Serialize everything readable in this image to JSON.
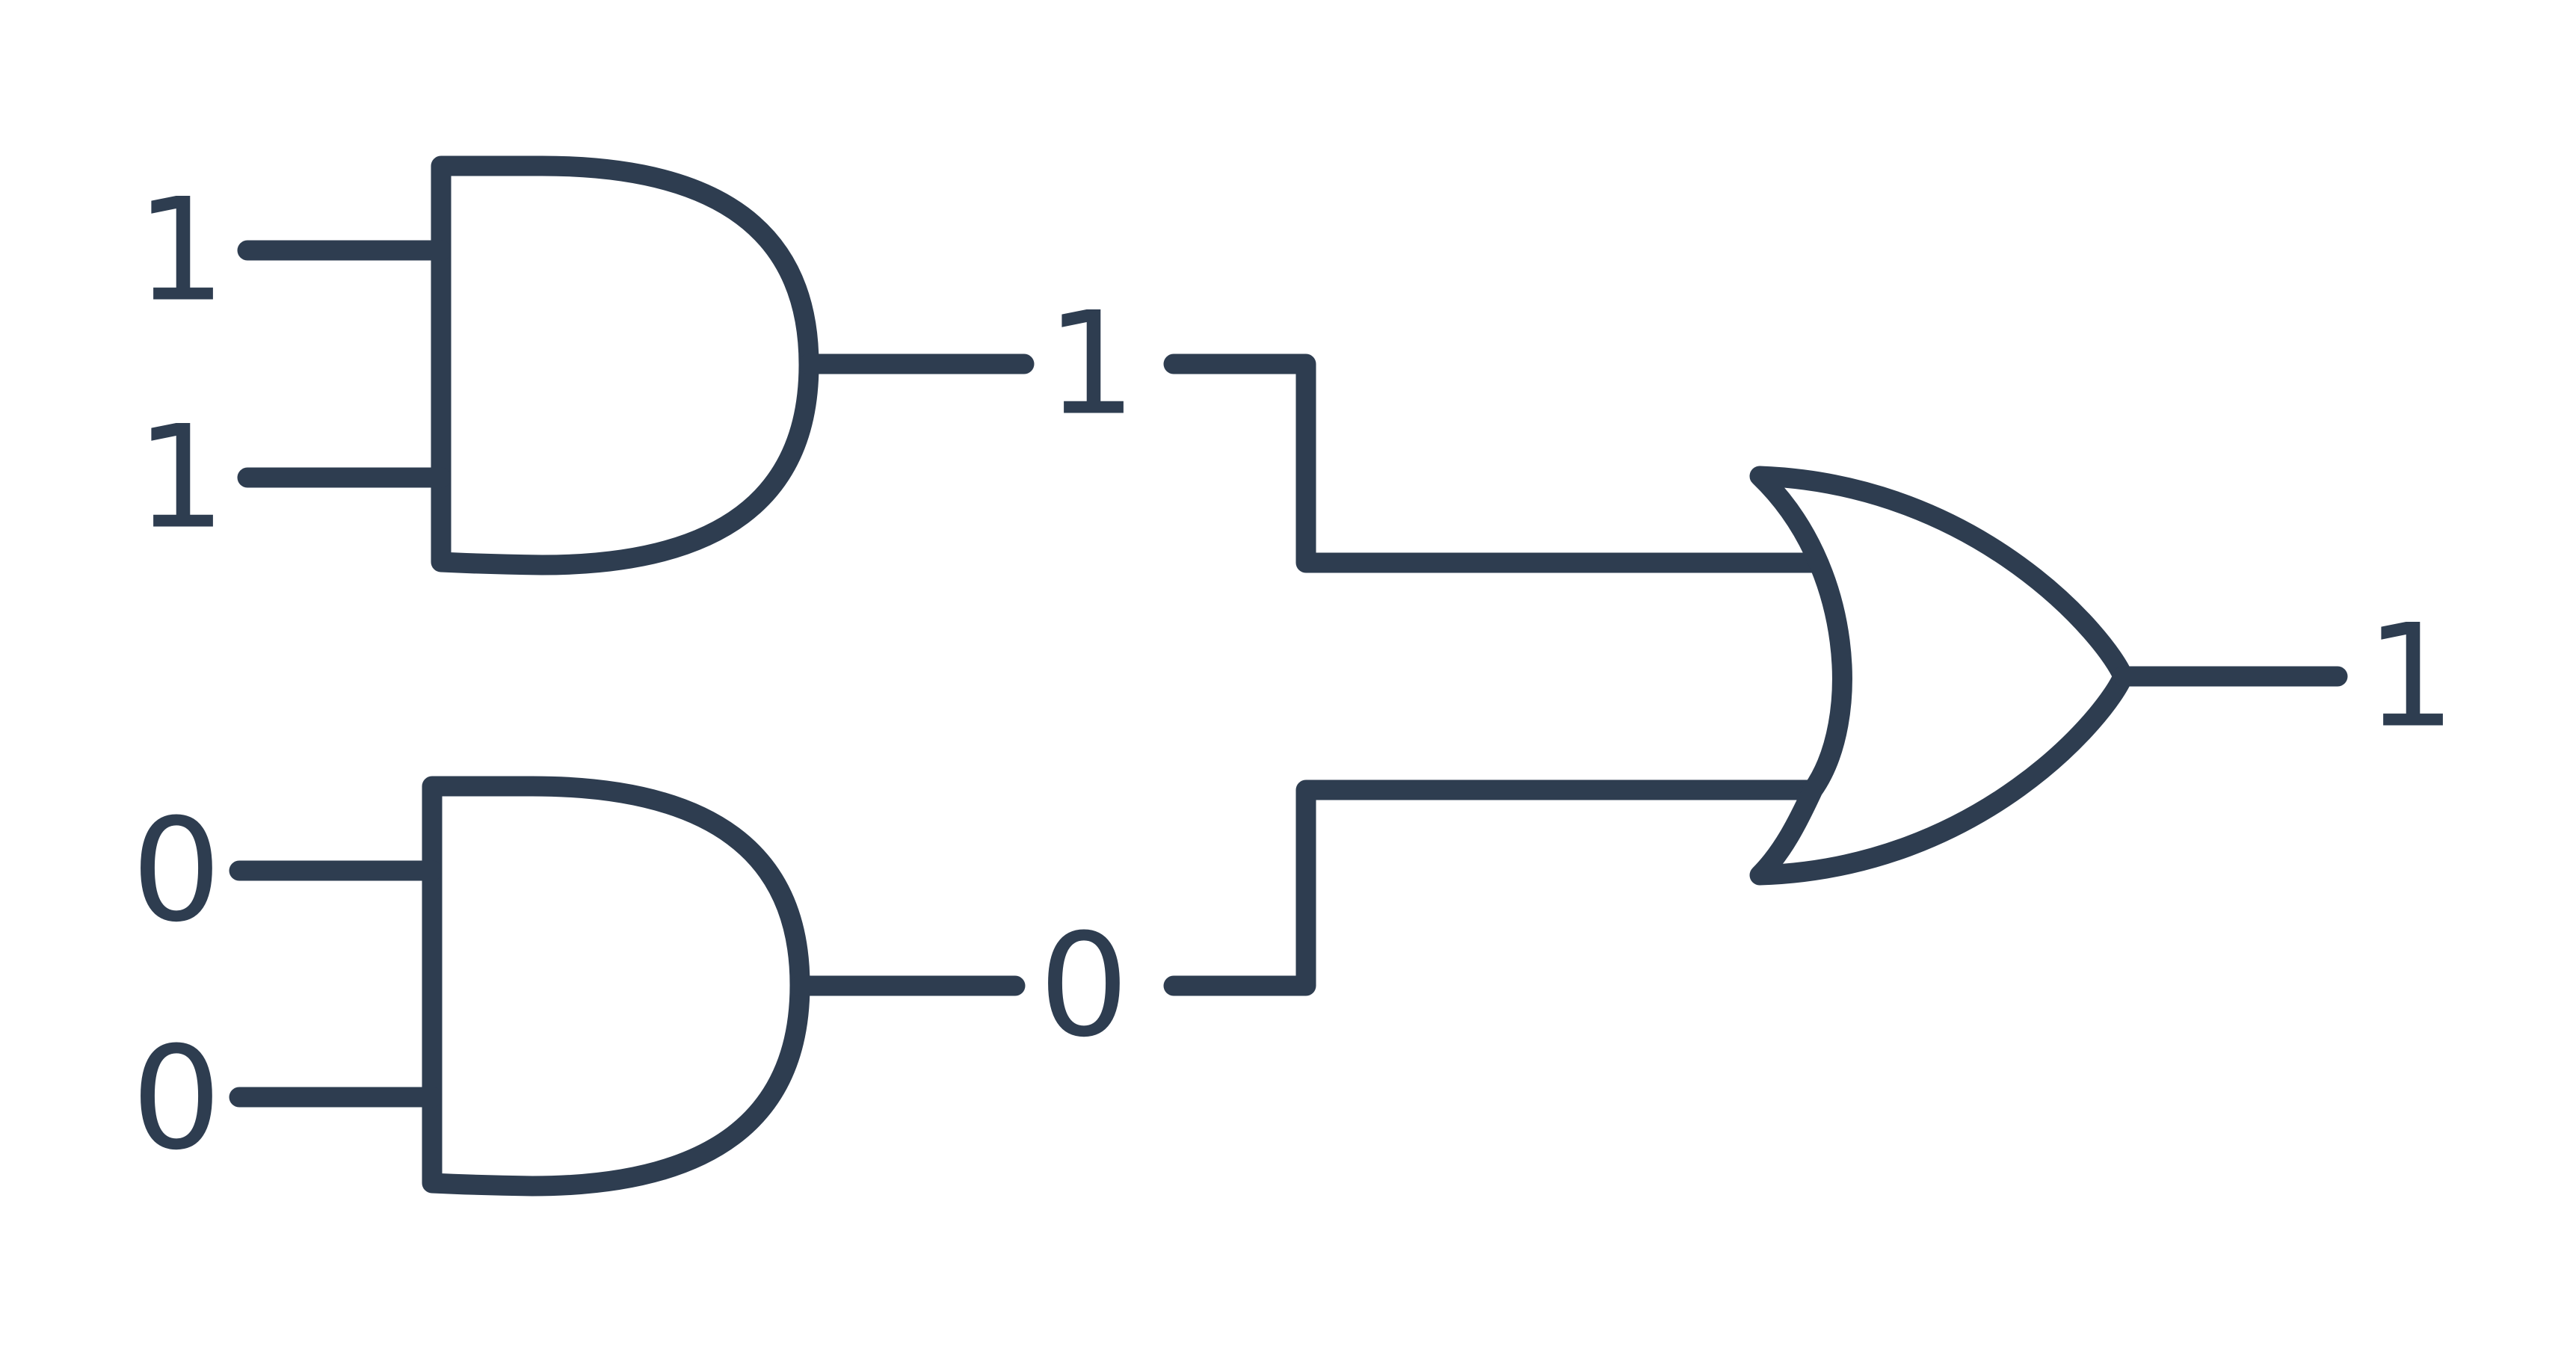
{
  "colors": {
    "stroke": "#2e3d50",
    "background": "#ffffff"
  },
  "gates": [
    {
      "type": "AND",
      "inputs": [
        "1",
        "1"
      ],
      "output": "1"
    },
    {
      "type": "AND",
      "inputs": [
        "0",
        "0"
      ],
      "output": "0"
    },
    {
      "type": "OR",
      "inputs": [
        "1",
        "0"
      ],
      "output": "1"
    }
  ],
  "labels": {
    "and1_in_a": "1",
    "and1_in_b": "1",
    "and2_in_a": "0",
    "and2_in_b": "0",
    "and1_out": "1",
    "and2_out": "0",
    "or_out": "1"
  }
}
